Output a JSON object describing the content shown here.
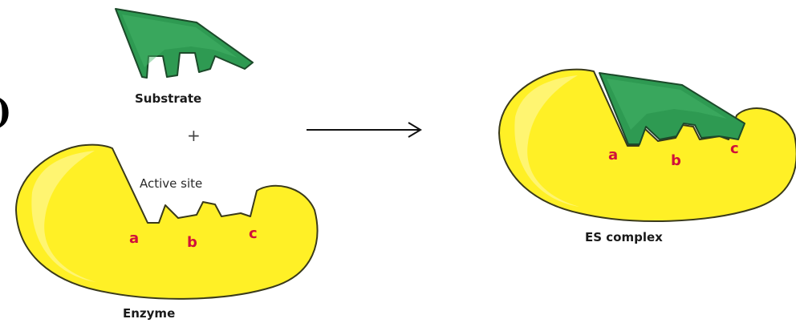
{
  "labels": {
    "edge_mark": ")",
    "substrate": "Substrate",
    "plus": "+",
    "active_site": "Active site",
    "enzyme": "Enzyme",
    "es_complex": "ES complex"
  },
  "sites": {
    "a": "a",
    "b": "b",
    "c": "c"
  },
  "colors": {
    "enzyme_fill": "#fff026",
    "enzyme_stroke": "#3a3a1a",
    "substrate_fill": "#2e9a52",
    "substrate_stroke": "#1c4a2a",
    "site_letter": "#d0103a",
    "arrow": "#111111"
  }
}
